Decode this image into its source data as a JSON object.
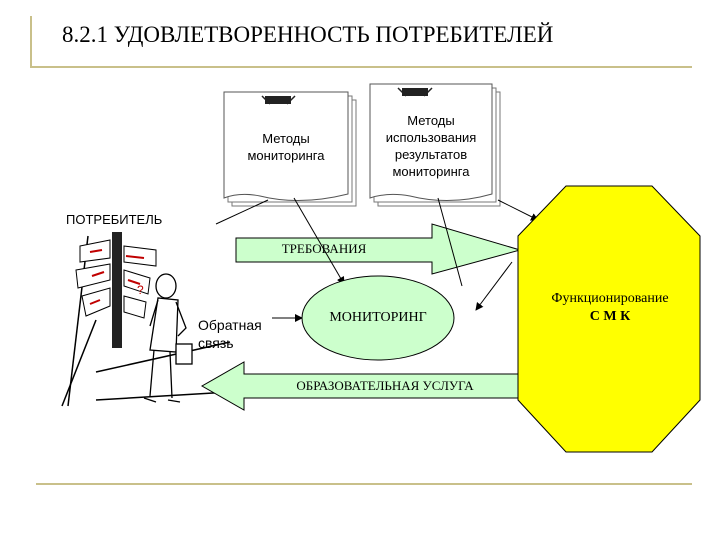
{
  "title": "8.2.1 УДОВЛЕТВОРЕННОСТЬ ПОТРЕБИТЕЛЕЙ",
  "doc1": {
    "line1": "Методы",
    "line2": "мониторинга"
  },
  "doc2": {
    "line1": "Методы",
    "line2": "использования",
    "line3": "результатов",
    "line4": "мониторинга"
  },
  "consumer_label": "ПОТРЕБИТЕЛЬ",
  "requirements_label": "ТРЕБОВАНИЯ",
  "monitoring_label": "МОНИТОРИНГ",
  "feedback": {
    "line1": "Обратная",
    "line2": "связь"
  },
  "service_label": "ОБРАЗОВАТЕЛЬНАЯ УСЛУГА",
  "qms": {
    "line1": "Функционирование",
    "line2": "С М К"
  },
  "colors": {
    "arrow_fill": "#ccffcc",
    "ellipse_fill": "#ccffcc",
    "octagon_fill": "#ffff00",
    "rule": "#c9c08a"
  }
}
